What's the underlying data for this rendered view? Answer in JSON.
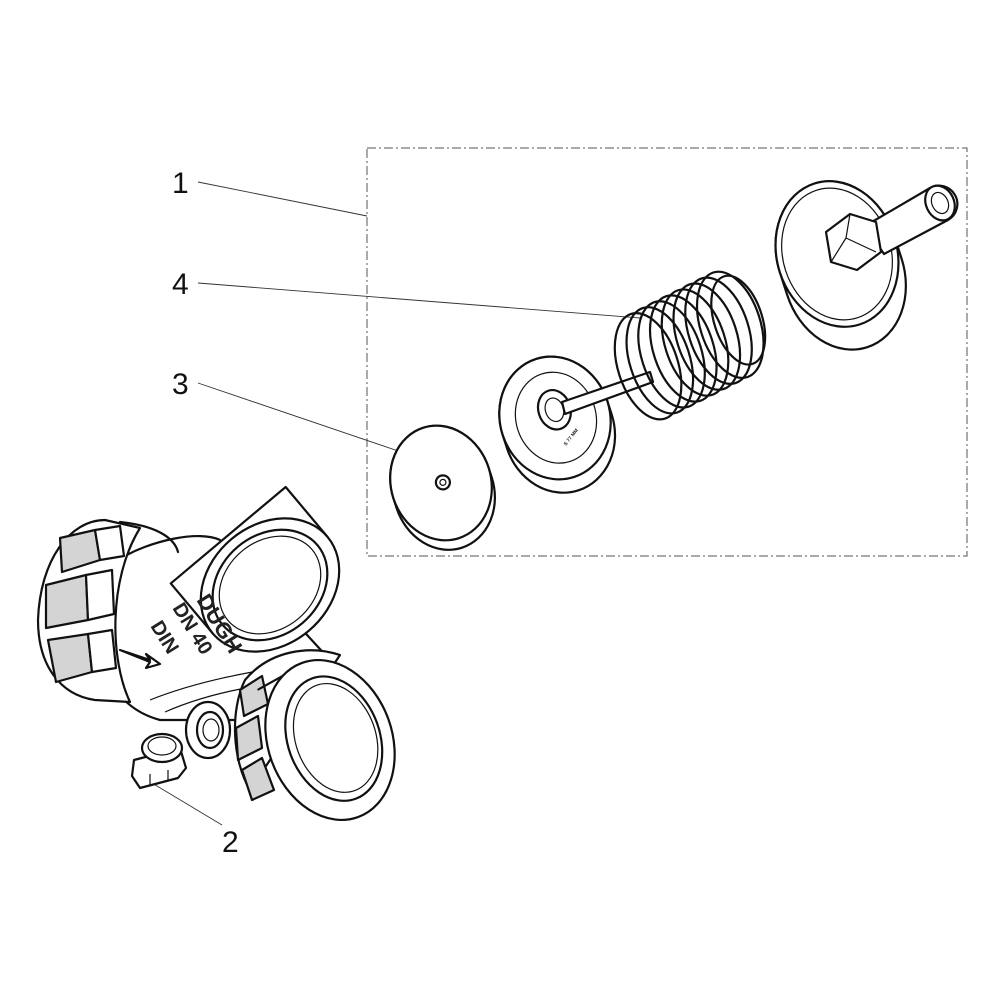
{
  "diagram": {
    "callouts": [
      {
        "id": "1",
        "label": "1"
      },
      {
        "id": "2",
        "label": "2"
      },
      {
        "id": "3",
        "label": "3"
      },
      {
        "id": "4",
        "label": "4"
      }
    ],
    "embossing": [
      "DUGH",
      "DN 40",
      "DIN"
    ],
    "disc_marking": "S 77 MM"
  }
}
